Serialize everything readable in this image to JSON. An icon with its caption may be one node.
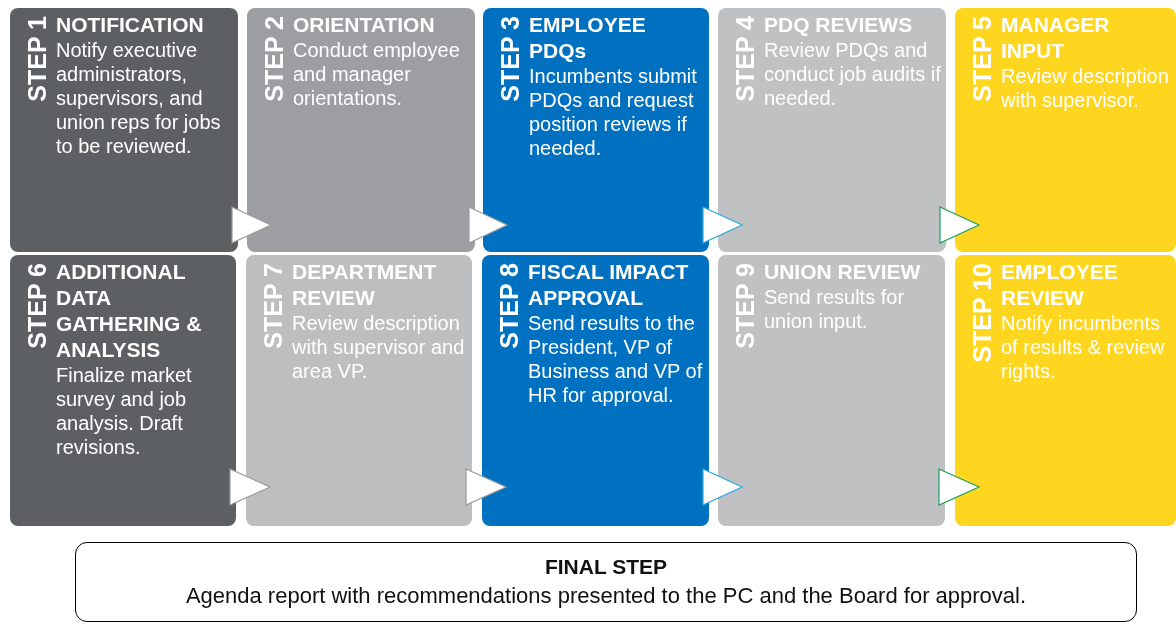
{
  "diagram": {
    "nodes": [
      {
        "text": [
          "STEP 1",
          "NOTIFICATION",
          "Notify executive administrators, supervisors, and union reps for jobs to be reviewed."
        ]
      },
      {
        "text": [
          "STEP 2",
          "ORIENTATION",
          "Conduct employee and manager orientations."
        ]
      },
      {
        "text": [
          "STEP 3",
          "EMPLOYEE PDQs",
          "Incumbents submit PDQs and request position reviews if needed."
        ]
      },
      {
        "text": [
          "STEP 4",
          "PDQ REVIEWS",
          "Review PDQs and conduct job audits if needed."
        ]
      },
      {
        "text": [
          "STEP 5",
          "MANAGER INPUT",
          "Review description with supervisor."
        ]
      },
      {
        "text": [
          "STEP 6",
          "ADDITIONAL DATA GATHERING & ANALYSIS",
          "Finalize market survey and job analysis. Draft revisions."
        ]
      },
      {
        "text": [
          "STEP 7",
          "DEPARTMENT REVIEW",
          "Review description with supervisor and area VP."
        ]
      },
      {
        "text": [
          "STEP 8",
          "FISCAL IMPACT APPROVAL",
          "Send results to the President, VP of Business and VP of HR for approval."
        ]
      },
      {
        "text": [
          "STEP 9",
          "UNION REVIEW",
          "Send results for union input."
        ]
      },
      {
        "text": [
          "STEP 10",
          "EMPLOYEE REVIEW",
          "Notify incumbents of results & review rights."
        ]
      },
      {
        "text": [
          "FINAL STEP",
          "Agenda report with recommendations presented to the PC and the Board for approval."
        ]
      }
    ],
    "edges": [
      {
        "from": 0,
        "to": 1,
        "arrow": "to"
      },
      {
        "from": 1,
        "to": 2,
        "arrow": "to"
      },
      {
        "from": 2,
        "to": 3,
        "arrow": "to",
        "color": "#29abe2"
      },
      {
        "from": 3,
        "to": 4,
        "arrow": "to",
        "color": "#1fa05a"
      },
      {
        "from": 5,
        "to": 6,
        "arrow": "to"
      },
      {
        "from": 6,
        "to": 7,
        "arrow": "to"
      },
      {
        "from": 7,
        "to": 8,
        "arrow": "to",
        "color": "#29abe2"
      },
      {
        "from": 8,
        "to": 9,
        "arrow": "to",
        "color": "#1fa05a"
      }
    ]
  }
}
